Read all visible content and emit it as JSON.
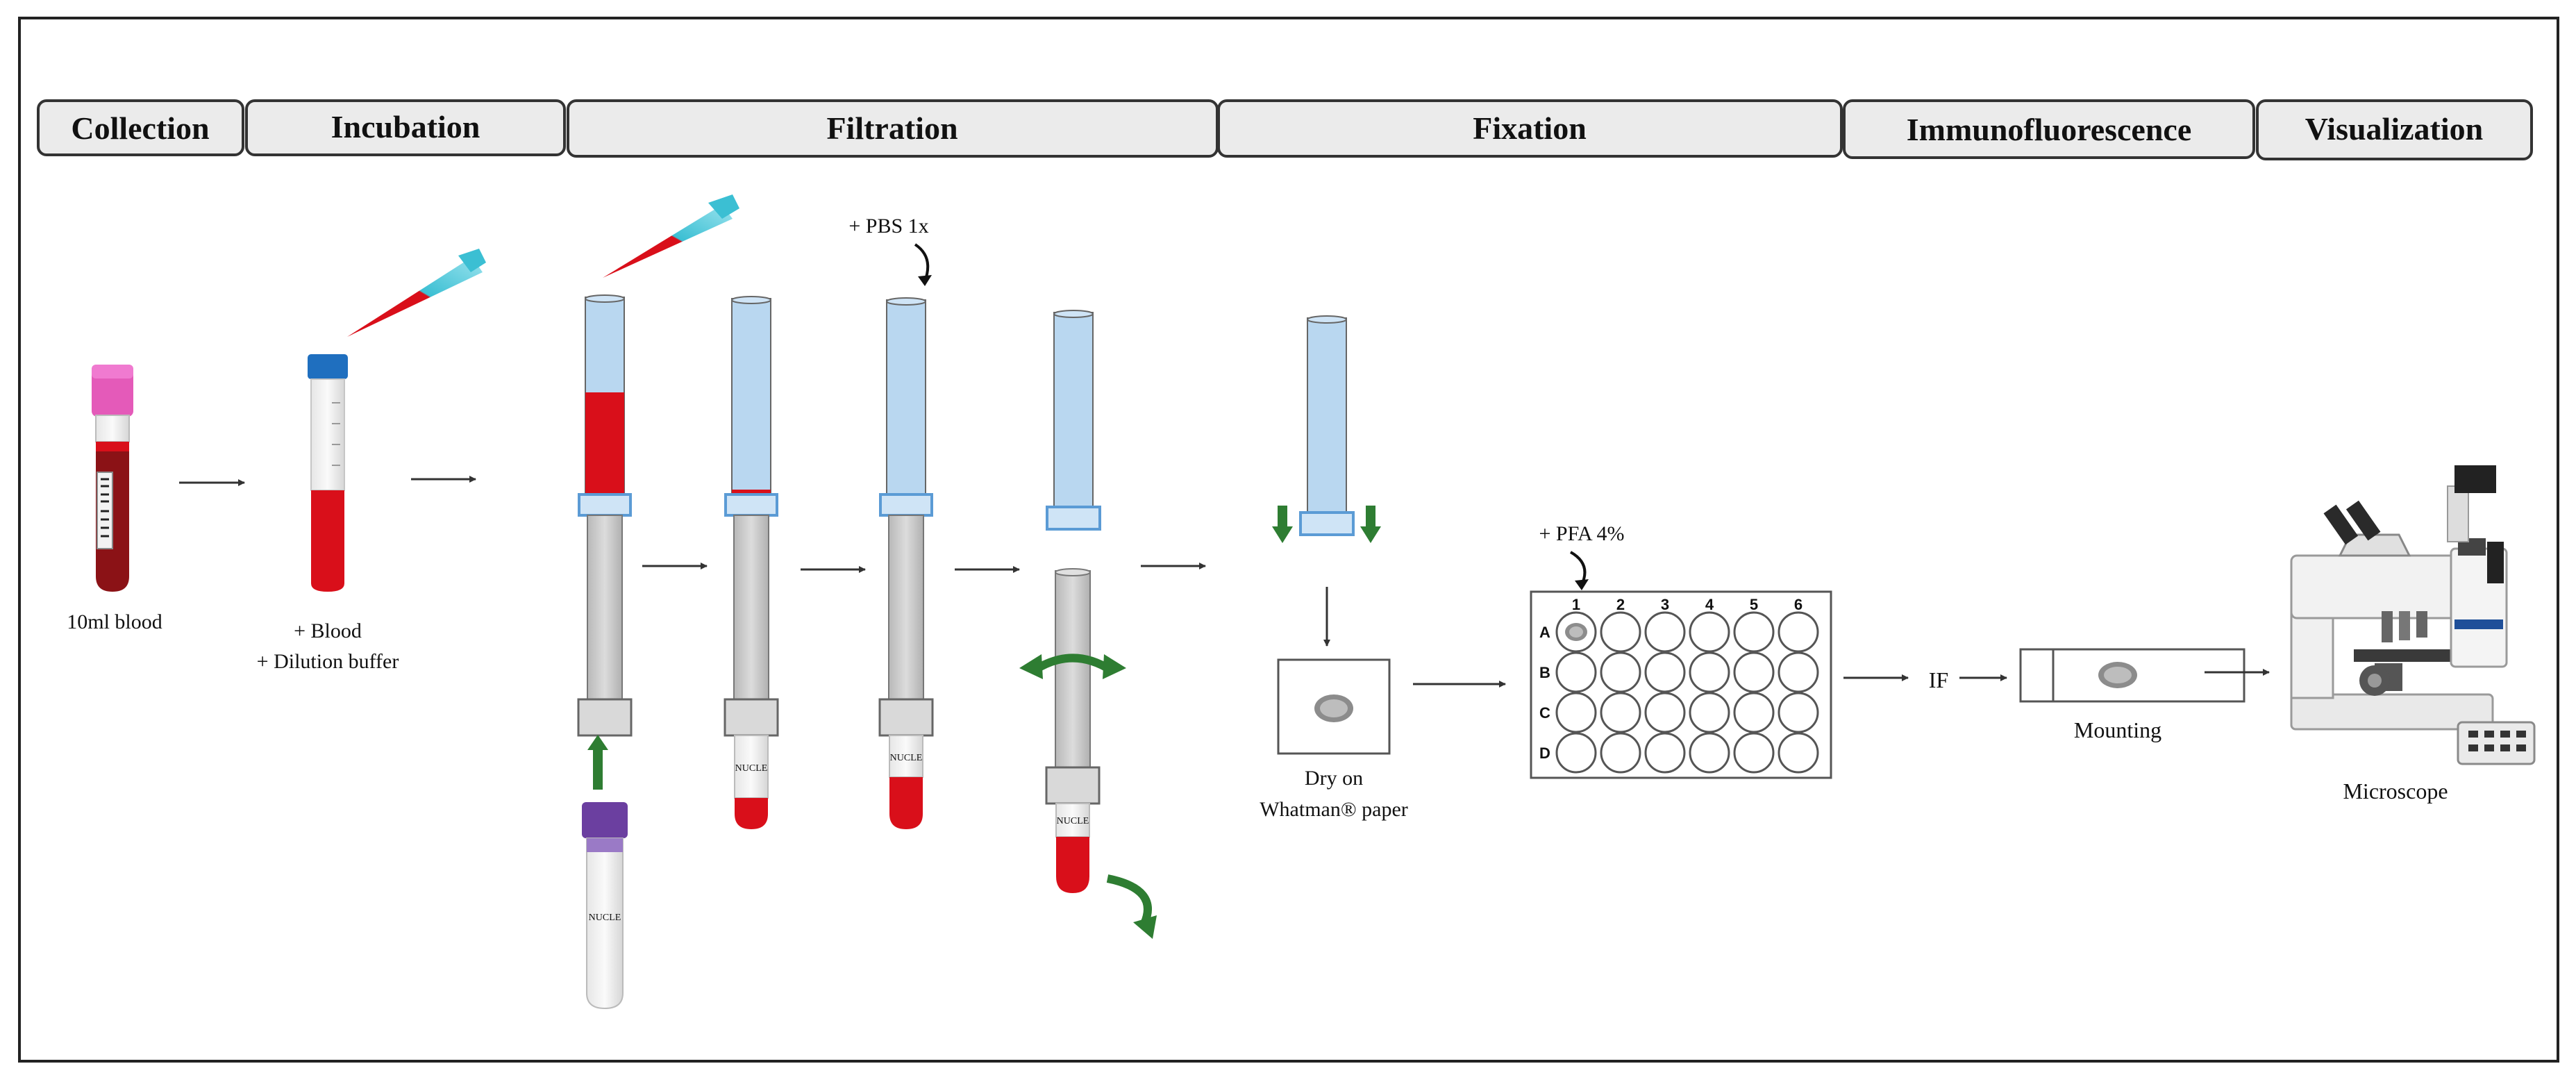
{
  "stages": [
    {
      "label": "Collection"
    },
    {
      "label": "Incubation"
    },
    {
      "label": "Filtration"
    },
    {
      "label": "Fixation"
    },
    {
      "label": "Immunofluorescence"
    },
    {
      "label": "Visualization"
    }
  ],
  "labels": {
    "blood": "10ml blood",
    "mix_line1": "+ Blood",
    "mix_line2": "+ Dilution buffer",
    "pbs": "+ PBS 1x",
    "pfa": "+ PFA 4%",
    "dry_line1": "Dry on",
    "dry_line2": "Whatman® paper",
    "if": "IF",
    "mounting": "Mounting",
    "microscope": "Microscope",
    "tube_print": "NUCLE"
  },
  "plate": {
    "columns": [
      "1",
      "2",
      "3",
      "4",
      "5",
      "6"
    ],
    "rows": [
      "A",
      "B",
      "C",
      "D"
    ]
  },
  "colors": {
    "blood_red": "#d90f1a",
    "dark_blood": "#8b1216",
    "column_blue": "#b9d7f0",
    "filter_gray": "#cccccc",
    "rim_blue": "#5b9bd5",
    "arrow_green": "#2e7d32",
    "cap_pink": "#e45ab9",
    "cap_purple": "#6b3fa0",
    "cap_blue": "#1f6fbf",
    "pipette_cyan": "#3bbfd3"
  }
}
